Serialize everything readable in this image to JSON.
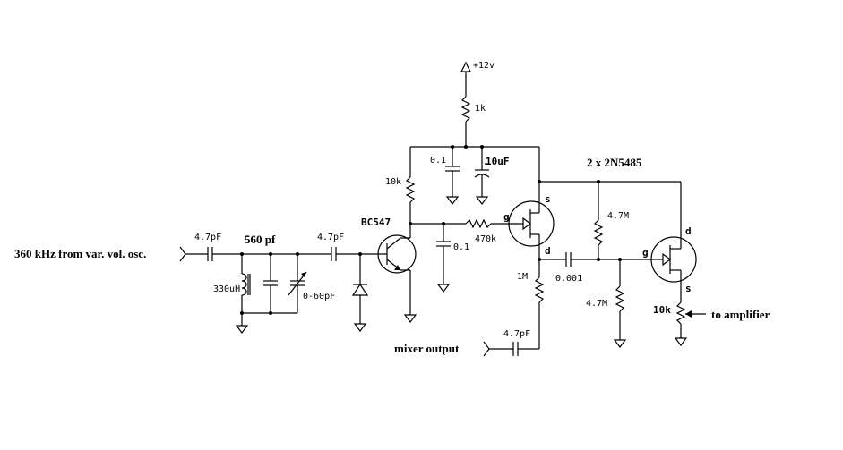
{
  "labels": {
    "input": "360 kHz from var. vol. osc.",
    "c_in": "4.7pF",
    "c_560": "560 pf",
    "c_mid": "4.7pF",
    "l_330": "330uH",
    "c_var": "0-60pF",
    "transistor": "BC547",
    "r_10k": "10k",
    "supply": "+12v",
    "r_1k": "1k",
    "c_01_top": "0.1",
    "c_10uf": "10uF",
    "fets": "2 x 2N5485",
    "c_01_base": "0.1",
    "r_470k": "470k",
    "r_1m": "1M",
    "c_out": "4.7pF",
    "mixer": "mixer output",
    "c_0001": "0.001",
    "r_47m_top": "4.7M",
    "r_47m_bot": "4.7M",
    "r_10k_pot": "10k",
    "amp": "to amplifier",
    "g1": "g",
    "s1": "s",
    "d1": "d",
    "g2": "g",
    "d2": "d",
    "s2": "s"
  }
}
